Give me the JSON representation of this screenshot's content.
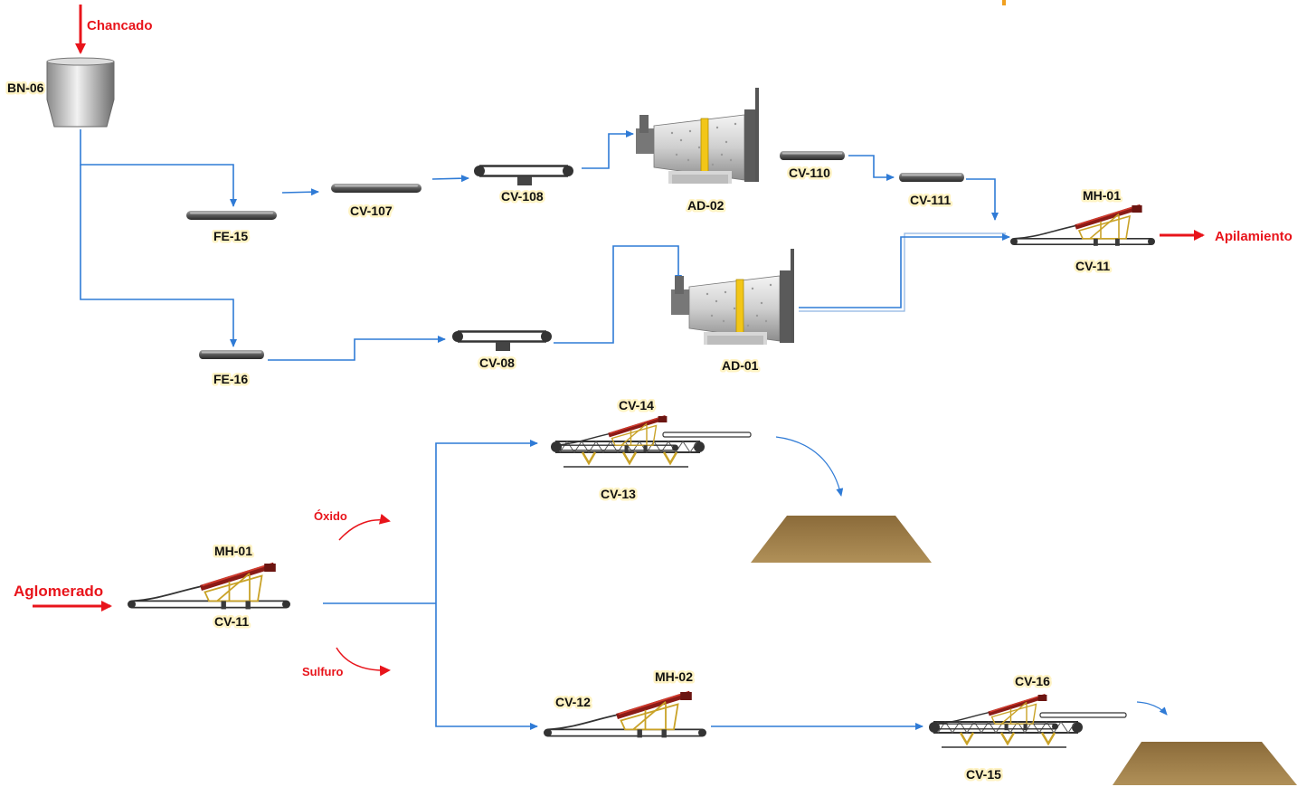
{
  "colors": {
    "flow": "#2f7bd6",
    "feed_arrow": "#e8141b",
    "label_glow": "#fff3c4",
    "stockpile": "#9a7b45",
    "stacker_boom": "#b3261e",
    "stacker_frame": "#c9a227"
  },
  "inputs": {
    "chancado": "Chancado",
    "aglomerado": "Aglomerado"
  },
  "outputs": {
    "apilamiento": "Apilamiento"
  },
  "routes": {
    "oxido": "Óxido",
    "sulfuro": "Sulfuro"
  },
  "equipment": {
    "bn06": "BN-06",
    "fe15": "FE-15",
    "fe16": "FE-16",
    "cv107": "CV-107",
    "cv108": "CV-108",
    "cv08": "CV-08",
    "ad02": "AD-02",
    "ad01": "AD-01",
    "cv110": "CV-110",
    "cv111": "CV-111",
    "mh01_top": "MH-01",
    "cv11_top": "CV-11",
    "mh01_bottom": "MH-01",
    "cv11_bottom": "CV-11",
    "cv14": "CV-14",
    "cv13": "CV-13",
    "cv12": "CV-12",
    "mh02": "MH-02",
    "cv16": "CV-16",
    "cv15": "CV-15"
  }
}
